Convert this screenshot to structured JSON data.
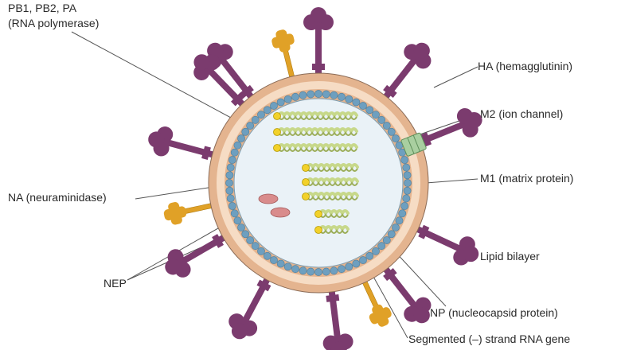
{
  "labels": {
    "polymerase_line1": "PB1, PB2, PA",
    "polymerase_line2": "(RNA polymerase)",
    "ha": "HA (hemagglutinin)",
    "m2": "M2 (ion channel)",
    "m1": "M1 (matrix protein)",
    "na": "NA (neuraminidase)",
    "lipid": "Lipid bilayer",
    "nep": "NEP",
    "np": "NP (nucleocapsid protein)",
    "rna": "Segmented (–) strand RNA gene"
  },
  "colors": {
    "ha_spike": "#7b3b6e",
    "na_spike": "#e0a127",
    "m2_channel": "#a9cfa0",
    "lipid_outer": "#e4b48f",
    "lipid_inner": "#f6dcc4",
    "m1_beads": "#6e9fbf",
    "interior": "#eaf2f7",
    "rna_coil": "#c7d88a",
    "polymerase": "#f2d12a",
    "nep": "#d98c8c",
    "leader_line": "#555555"
  }
}
